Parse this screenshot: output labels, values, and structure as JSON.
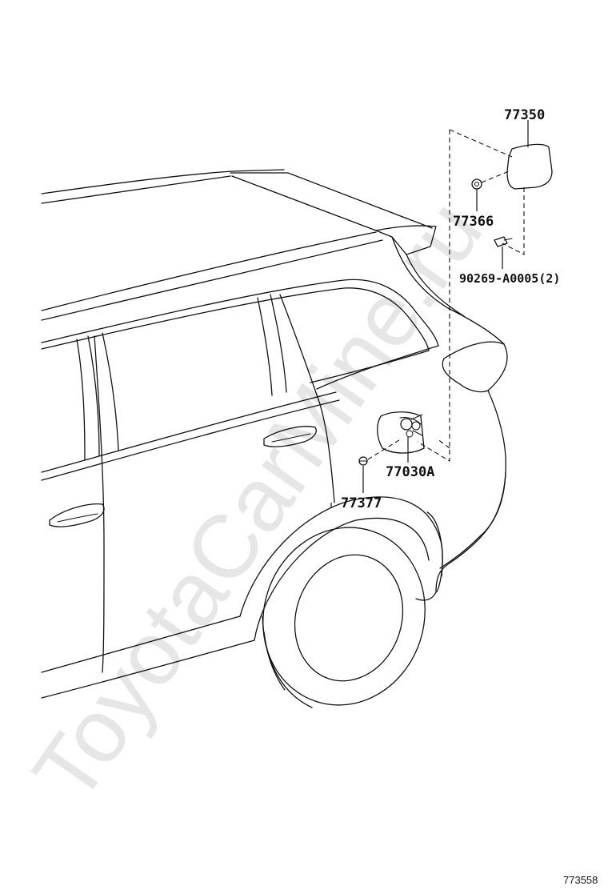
{
  "diagram": {
    "watermark": "ToyotaCarMine.ru",
    "reference_code": "773558",
    "parts": [
      {
        "id": "p77350",
        "label": "77350"
      },
      {
        "id": "p77366",
        "label": "77366"
      },
      {
        "id": "p90269",
        "label": "90269-A0005(2)"
      },
      {
        "id": "p77030A",
        "label": "77030A"
      },
      {
        "id": "p77377",
        "label": "77377"
      }
    ]
  }
}
